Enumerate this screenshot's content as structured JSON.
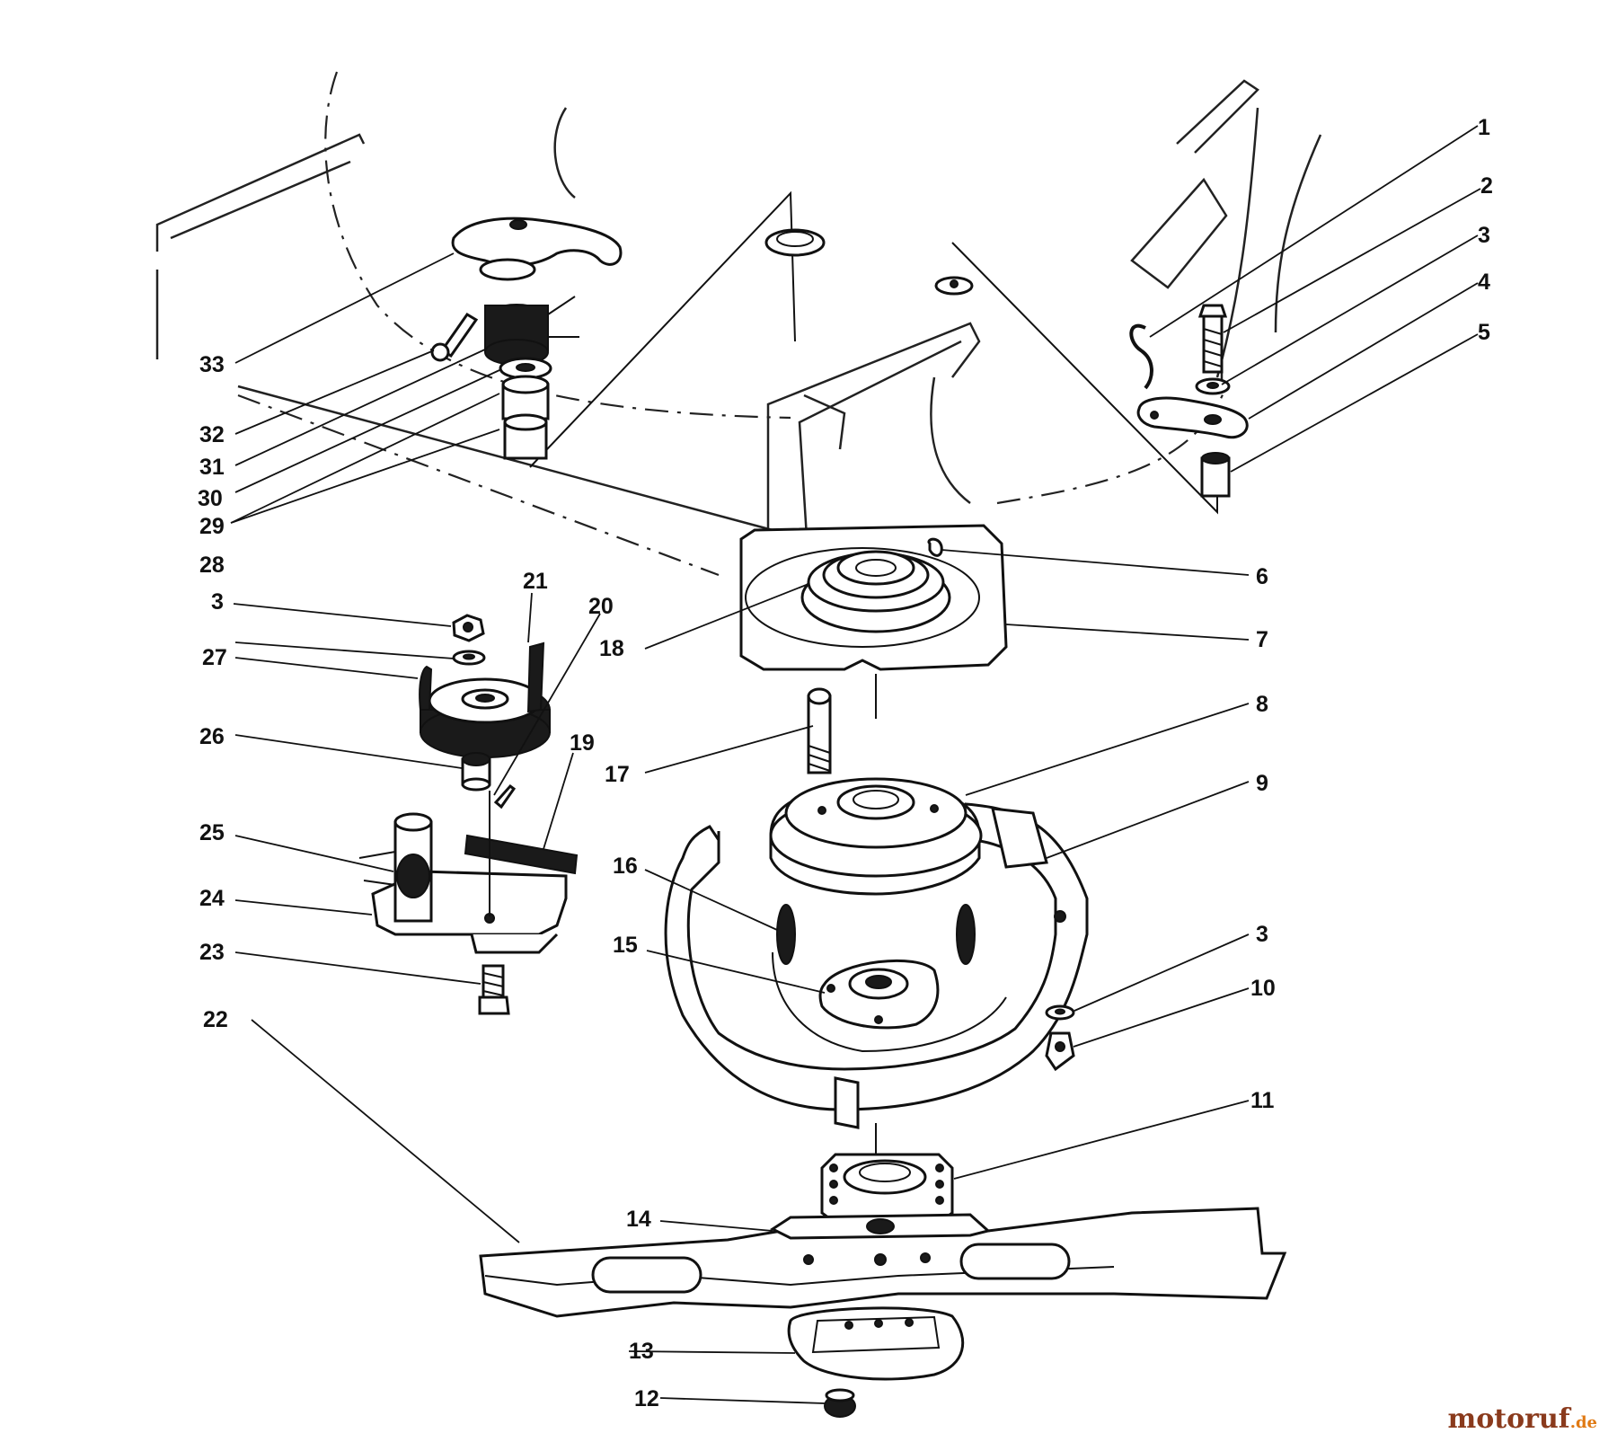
{
  "diagram": {
    "type": "exploded-parts-diagram",
    "callouts": {
      "c1": "1",
      "c2": "2",
      "c3a": "3",
      "c4": "4",
      "c5": "5",
      "c6": "6",
      "c7": "7",
      "c8": "8",
      "c9": "9",
      "c3c": "3",
      "c10": "10",
      "c11": "11",
      "c12": "12",
      "c13": "13",
      "c14": "14",
      "c15": "15",
      "c16": "16",
      "c17": "17",
      "c18": "18",
      "c19": "19",
      "c20": "20",
      "c21": "21",
      "c3b": "3",
      "c22": "22",
      "c23": "23",
      "c24": "24",
      "c25": "25",
      "c26": "26",
      "c27": "27",
      "c28": "28",
      "c29": "29",
      "c30": "30",
      "c31": "31",
      "c32": "32",
      "c33": "33"
    }
  },
  "watermark": {
    "brand": "motoruf",
    "tld": ".de"
  }
}
